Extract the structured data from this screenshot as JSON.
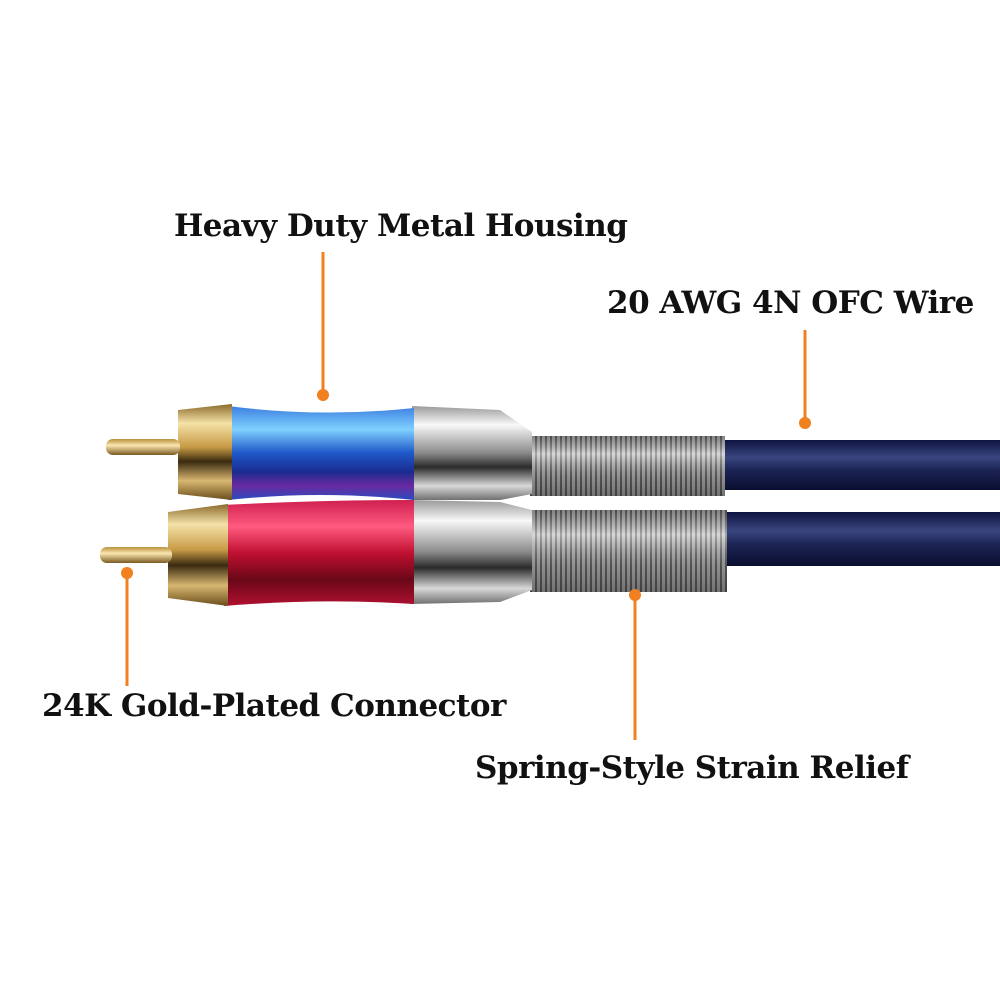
{
  "callout_color": "#f08020",
  "callouts": [
    {
      "label": "Heavy Duty Metal Housing"
    },
    {
      "label": "20 AWG 4N OFC Wire"
    },
    {
      "label": "24K Gold-Plated Connector"
    },
    {
      "label": "Spring-Style Strain Relief"
    }
  ],
  "connectors": [
    {
      "housing_color": "#2a6fd6"
    },
    {
      "housing_color": "#d0143a"
    }
  ],
  "cable_color": "#1c2454"
}
